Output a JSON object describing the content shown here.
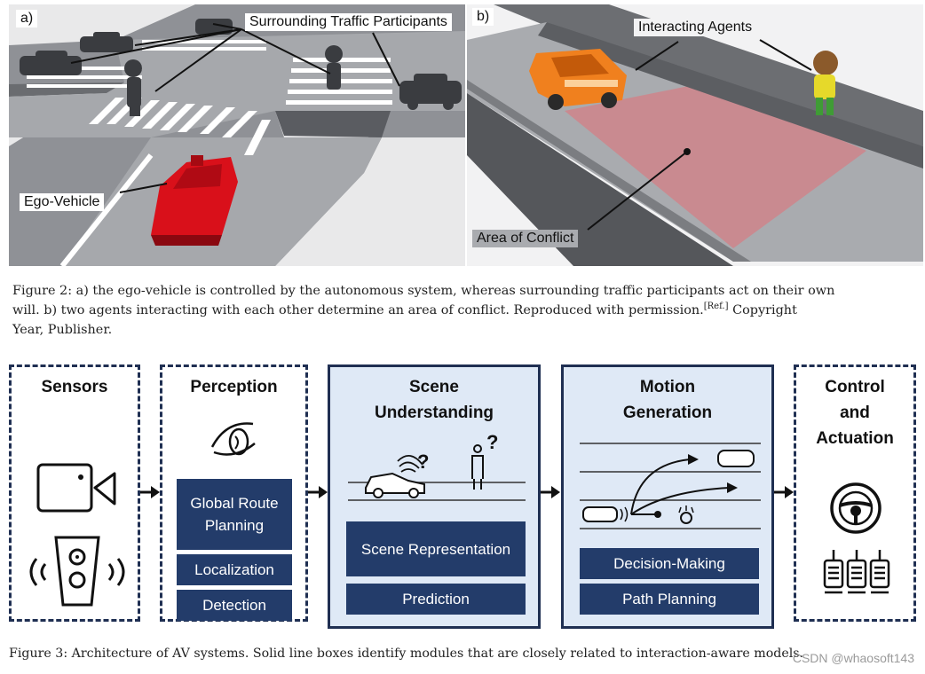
{
  "figure2": {
    "panel_a": {
      "label": "a)",
      "callouts": {
        "surrounding": "Surrounding Traffic Participants",
        "ego": "Ego-Vehicle"
      }
    },
    "panel_b": {
      "label": "b)",
      "callouts": {
        "interacting": "Interacting Agents",
        "conflict": "Area of Conflict"
      }
    },
    "caption": {
      "line1": "Figure 2: a) the ego-vehicle is controlled by the autonomous system, whereas surrounding traffic participants act on their own",
      "line2": "will. b) two agents interacting with each other determine an area of conflict. Reproduced with permission.",
      "ref": "[Ref.]",
      "line2_tail": " Copyright",
      "line3": "Year, Publisher."
    }
  },
  "figure3": {
    "boxes": {
      "sensors": {
        "title": "Sensors",
        "icons": [
          "camera-icon",
          "radar-icon"
        ]
      },
      "perception": {
        "title": "Perception",
        "icon": "eye-icon",
        "modules": [
          "Global Route Planning",
          "Localization",
          "Detection"
        ]
      },
      "scene": {
        "title_line1": "Scene",
        "title_line2": "Understanding",
        "question": "?",
        "modules": [
          "Scene Representation",
          "Prediction"
        ]
      },
      "motion": {
        "title_line1": "Motion",
        "title_line2": "Generation",
        "modules": [
          "Decision-Making",
          "Path Planning"
        ]
      },
      "control": {
        "title_line1": "Control",
        "title_line2": "and",
        "title_line3": "Actuation",
        "icons": [
          "steering-wheel-icon",
          "pedals-icon"
        ]
      }
    },
    "caption": "Figure 3: Architecture of AV systems. Solid line boxes identify modules that are closely related to interaction-aware models."
  },
  "watermark": "CSDN @whaosoft143",
  "colors": {
    "navy": "#233c6a",
    "border": "#1f2f52",
    "light_blue": "#dfe9f6",
    "ego_red": "#d9101a",
    "conflict": "#c98a90",
    "orange_car": "#f0801e"
  }
}
